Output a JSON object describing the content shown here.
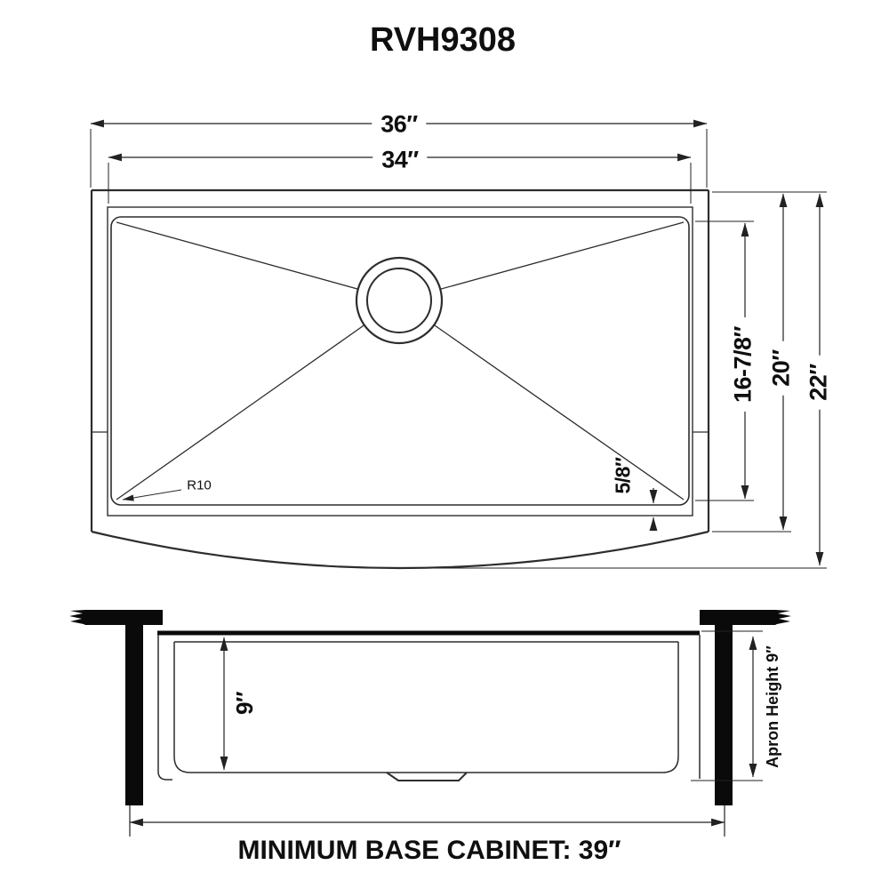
{
  "title": "RVH9308",
  "top_view": {
    "overall_width": "36″",
    "inner_width": "34″",
    "bowl_length": "16-7/8″",
    "outer_depth": "20″",
    "total_depth": "22″",
    "rim_offset": "5/8″",
    "corner_radius": "R10"
  },
  "side_view": {
    "bowl_depth": "9″",
    "apron_height": "Apron Height 9″",
    "base_cabinet_note": "MINIMUM BASE CABINET: 39″"
  },
  "colors": {
    "line": "#2d2d2d",
    "dimension": "#222222",
    "solid": "#0a0a0a"
  }
}
